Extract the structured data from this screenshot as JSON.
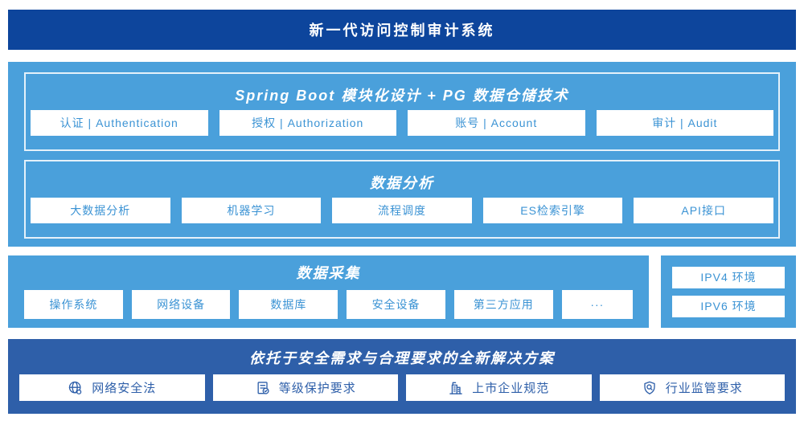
{
  "banner": {
    "title": "新一代访问控制审计系统"
  },
  "platform": {
    "modules": [
      {
        "title": "Spring Boot 模块化设计 + PG 数据仓储技术",
        "boxes": [
          "认证 | Authentication",
          "授权 | Authorization",
          "账号 | Account",
          "审计 | Audit"
        ]
      },
      {
        "title": "数据分析",
        "boxes": [
          "大数据分析",
          "机器学习",
          "流程调度",
          "ES检索引擎",
          "API接口"
        ]
      }
    ]
  },
  "collection": {
    "title": "数据采集",
    "boxes": [
      "操作系统",
      "网络设备",
      "数据库",
      "安全设备",
      "第三方应用",
      "···"
    ]
  },
  "environments": {
    "boxes": [
      "IPV4 环境",
      "IPV6 环境"
    ]
  },
  "solution": {
    "title": "依托于安全需求与合理要求的全新解决方案",
    "items": [
      {
        "icon": "globe-icon",
        "label": "网络安全法"
      },
      {
        "icon": "document-check-icon",
        "label": "等级保护要求"
      },
      {
        "icon": "building-icon",
        "label": "上市企业规范"
      },
      {
        "icon": "shield-magnifier-icon",
        "label": "行业监管要求"
      }
    ]
  },
  "colors": {
    "banner_navy": "#0d459c",
    "section_light_blue": "#4aa0db",
    "solution_medium_blue": "#2e5fa9",
    "box_text_blue": "#3b93d4",
    "box_background": "#ffffff"
  }
}
